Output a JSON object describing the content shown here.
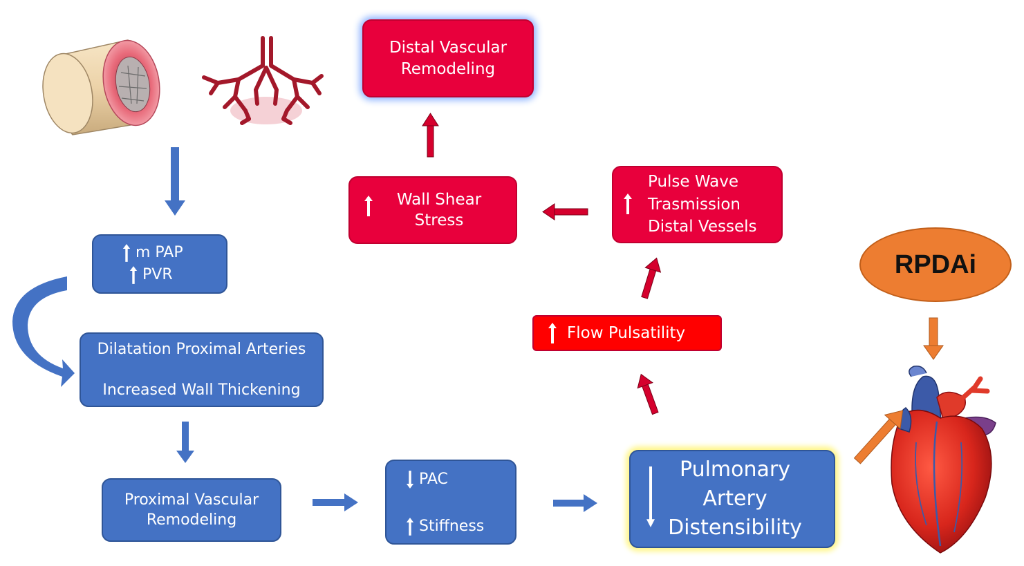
{
  "nodes": {
    "distal_remodeling": {
      "lines": [
        "Distal Vascular",
        "Remodeling"
      ]
    },
    "wall_shear": {
      "lines": [
        "Wall Shear",
        "Stress"
      ]
    },
    "pulse_wave": {
      "lines": [
        "Pulse Wave",
        "Trasmission",
        "Distal Vessels"
      ]
    },
    "mpap_pvr": {
      "lines": [
        "m PAP",
        "PVR"
      ]
    },
    "dilatation": {
      "lines": [
        "Dilatation Proximal Arteries",
        "Increased Wall Thickening"
      ]
    },
    "flow_pulsatility": {
      "label": "Flow Pulsatility"
    },
    "proximal_remodeling": {
      "lines": [
        "Proximal Vascular",
        "Remodeling"
      ]
    },
    "pac_stiffness": {
      "lines": [
        "PAC",
        "Stiffness"
      ]
    },
    "pa_distensibility": {
      "lines": [
        "Pulmonary",
        "Artery",
        "Distensibility"
      ]
    },
    "rpdai": {
      "label": "RPDAi"
    }
  },
  "colors": {
    "blue_box": "#4472c4",
    "red_box": "#e8003c",
    "orange": "#ed7d31",
    "arrow_blue": "#4472c4",
    "arrow_red": "#d5002d",
    "glow_blue": "#8fb4ff",
    "glow_yellow": "#fff68a"
  },
  "icons": [
    "vessel-cross-section-icon",
    "arterial-tree-icon",
    "heart-icon"
  ]
}
